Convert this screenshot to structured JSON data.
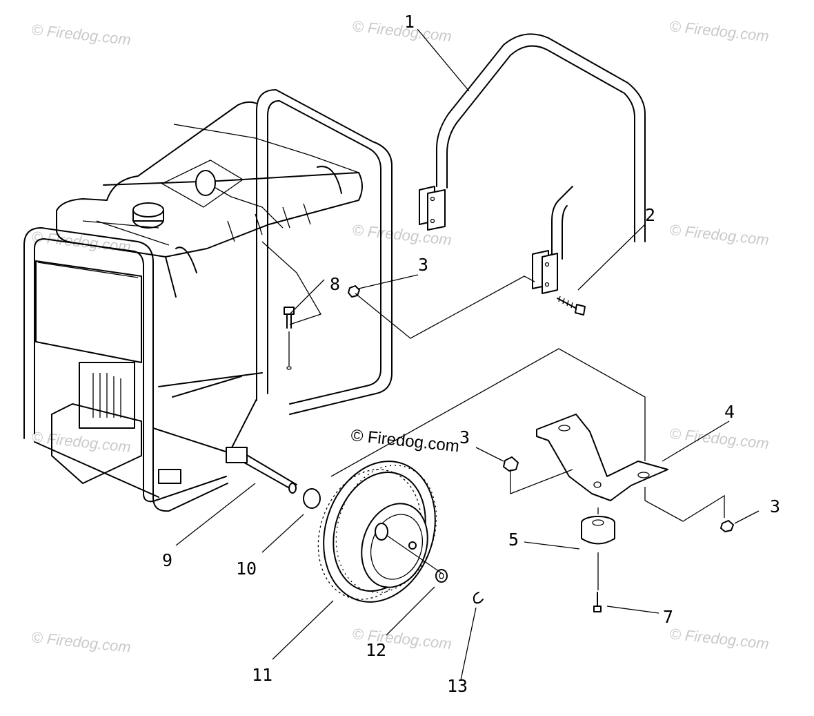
{
  "watermark": "© Firedog.com",
  "center_watermark": "© Firedog.com",
  "callouts": {
    "c1": "1",
    "c2": "2",
    "c3a": "3",
    "c3b": "3",
    "c3c": "3",
    "c4": "4",
    "c5": "5",
    "c7": "7",
    "c8": "8",
    "c9": "9",
    "c10": "10",
    "c11": "11",
    "c12": "12",
    "c13": "13"
  }
}
